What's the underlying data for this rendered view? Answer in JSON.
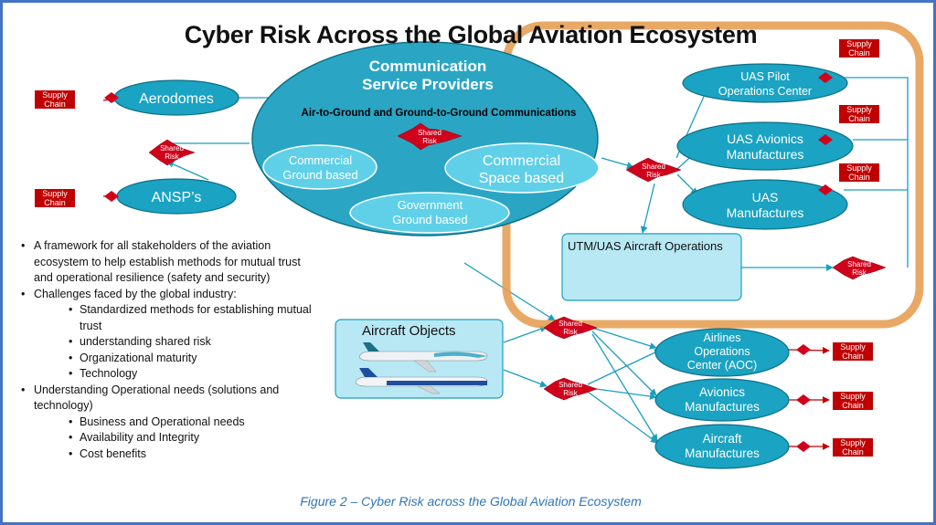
{
  "title": "Cyber Risk Across the Global Aviation Ecosystem",
  "caption": "Figure 2 – Cyber Risk across the Global Aviation Ecosystem",
  "csp": {
    "title_line1": "Communication",
    "title_line2": "Service Providers",
    "subtitle": "Air-to-Ground and Ground-to-Ground Communications",
    "commercial_ground_line1": "Commercial",
    "commercial_ground_line2": "Ground based",
    "commercial_space_line1": "Commercial",
    "commercial_space_line2": "Space based",
    "government_line1": "Government",
    "government_line2": "Ground based"
  },
  "nodes": {
    "aerodomes": "Aerodomes",
    "ansps": "ANSP’s",
    "uas_pilot_line1": "UAS Pilot",
    "uas_pilot_line2": "Operations Center",
    "uas_avionics_line1": "UAS Avionics",
    "uas_avionics_line2": "Manufactures",
    "uas_manuf_line1": "UAS",
    "uas_manuf_line2": "Manufactures",
    "utm_ops": "UTM/UAS Aircraft Operations",
    "aircraft_objects": "Aircraft Objects",
    "airlines_line1": "Airlines",
    "airlines_line2": "Operations",
    "airlines_line3": "Center (AOC)",
    "avionics_line1": "Avionics",
    "avionics_line2": "Manufactures",
    "aircraft_line1": "Aircraft",
    "aircraft_line2": "Manufactures"
  },
  "supply_chain_line1": "Supply",
  "supply_chain_line2": "Chain",
  "shared_risk_line1": "Shared",
  "shared_risk_line2": "Risk",
  "bullets": {
    "b1": "A framework for all stakeholders of the aviation",
    "b1b": "ecosystem to help establish methods for mutual trust",
    "b1c": "and operational resilience (safety and security)",
    "b2": "Challenges faced by the global industry:",
    "b2a": "Standardized methods for establishing mutual",
    "b2a2": "trust",
    "b2b": "understanding shared risk",
    "b2c": "Organizational maturity",
    "b2d": "Technology",
    "b3": "Understanding Operational needs (solutions and",
    "b3b": "technology)",
    "b3a": "Business and Operational needs",
    "b3c": "Availability and Integrity",
    "b3d": "Cost benefits"
  },
  "bullet_char": "•",
  "colors": {
    "node_fill": "#1aa3c2",
    "node_stroke": "#0e6f87",
    "csp_fill": "#2aa6c4",
    "inner_fill": "#5fd0e8",
    "box_fill": "#b7e8f4",
    "supply_chain": "#c00000",
    "shared_risk": "#d0021b",
    "highlight": "#e59a4b",
    "connector": "#1a9fbf",
    "frame": "#4472c4",
    "caption": "#2e75b6"
  }
}
